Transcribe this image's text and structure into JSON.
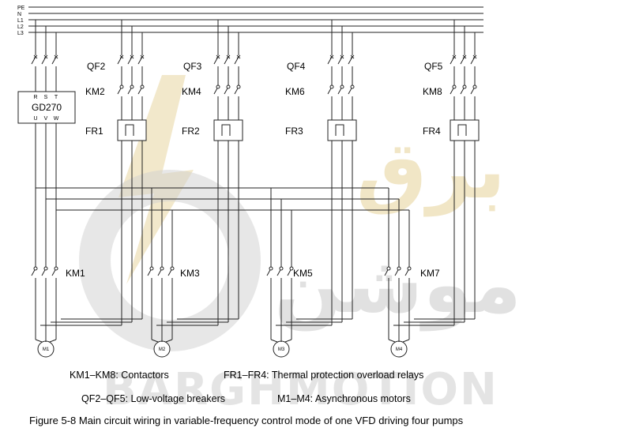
{
  "buses": [
    "PE",
    "N",
    "L1",
    "L2",
    "L3"
  ],
  "vfd": {
    "name": "GD270",
    "inputs": [
      "R",
      "S",
      "T"
    ],
    "outputs": [
      "U",
      "V",
      "W"
    ]
  },
  "breakers": [
    "QF2",
    "QF3",
    "QF4",
    "QF5"
  ],
  "mains_contactors": [
    "KM2",
    "KM4",
    "KM6",
    "KM8"
  ],
  "relays": [
    "FR1",
    "FR2",
    "FR3",
    "FR4"
  ],
  "vfd_contactors": [
    "KM1",
    "KM3",
    "KM5",
    "KM7"
  ],
  "motors": [
    "M1",
    "M2",
    "M3",
    "M4"
  ],
  "legend": {
    "contactors": "KM1–KM8: Contactors",
    "relays": "FR1–FR4: Thermal protection overload relays",
    "breakers": "QF2–QF5: Low-voltage breakers",
    "motors": "M1–M4: Asynchronous motors"
  },
  "caption": "Figure 5-8 Main circuit wiring in variable-frequency control mode of one VFD driving four pumps",
  "watermark": {
    "arabic_top": "برق",
    "arabic_bottom": "موشن",
    "latin": "BARGHMOTION"
  },
  "colors": {
    "line": "#222222",
    "watermark_gold": "#ead9a8",
    "watermark_grey": "#c9c9c9"
  }
}
